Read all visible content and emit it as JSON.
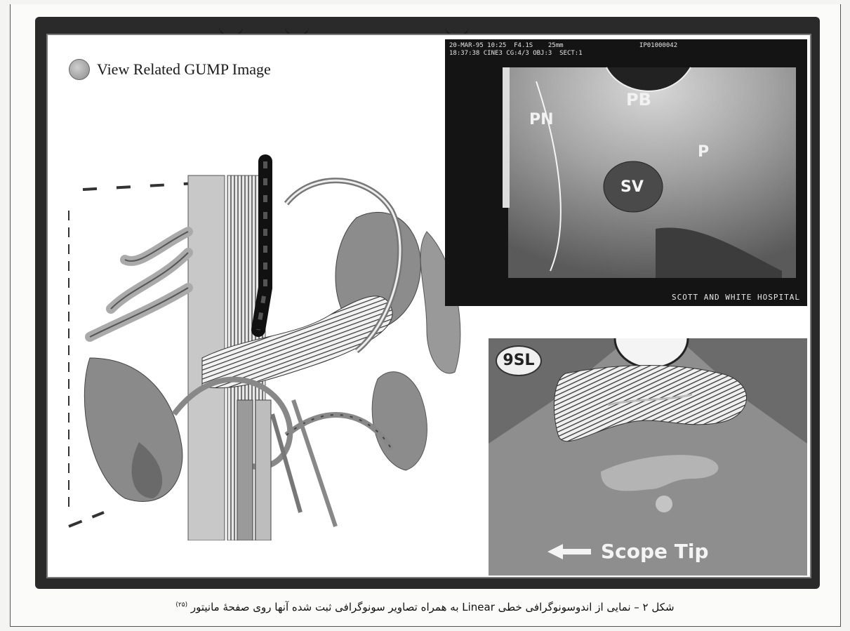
{
  "figure": {
    "related_link": "View Related GUMP Image",
    "ultrasound": {
      "header_line1": "20-MAR-95 10:25  F4.1S    25mm                    IP01000042",
      "header_line2": "18:37:38 CINE3 CG:4/3 OBJ:3  SECT:1",
      "footer": "SCOTT AND WHITE HOSPITAL",
      "labels": {
        "pn": "PN",
        "pb": "PB",
        "sv": "SV",
        "p": "P"
      }
    },
    "schematic": {
      "probe_label": "9SL",
      "scope_tip": "Scope Tip"
    }
  },
  "caption": {
    "text": "شکل ۲ – نمایی از اندوسونوگرافی خطی Linear به همراه تصاویر سونوگرافی ثبت شده آنها روی صفحهٔ مانیتور",
    "ref": "(۲۵)"
  },
  "colors": {
    "monitor_bezel": "#2a2a2a",
    "ultrasound_bg": "#141414",
    "schematic_bg": "#8e8e8e"
  }
}
